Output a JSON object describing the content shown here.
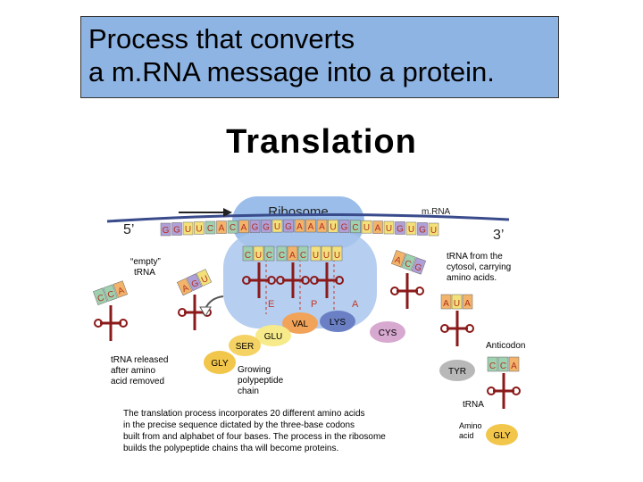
{
  "definition": {
    "line1": "Process that converts",
    "line2": "a m.RNA message into a protein."
  },
  "title": "Translation",
  "diagram": {
    "ribosome_label": "Ribosome",
    "mrna_label": "m.RNA",
    "five_prime": "5’",
    "three_prime": "3’",
    "mrna_bases": [
      "G",
      "G",
      "U",
      "U",
      "C",
      "A",
      "C",
      "A",
      "G",
      "G",
      "U",
      "G",
      "A",
      "A",
      "A",
      "U",
      "G",
      "C",
      "U",
      "A",
      "U",
      "G",
      "U",
      "G",
      "U"
    ],
    "site_labels": [
      "E",
      "P",
      "A"
    ],
    "anticodons": {
      "e_site": [
        "C",
        "U",
        "C"
      ],
      "p_site": [
        "C",
        "A",
        "C"
      ],
      "a_site": [
        "U",
        "U",
        "U"
      ],
      "released_left": [
        "C",
        "C",
        "A"
      ],
      "released_right": [
        "A",
        "G",
        "U"
      ],
      "incoming": [
        "A",
        "C",
        "G"
      ],
      "tyr_trna": [
        "A",
        "U",
        "A"
      ],
      "gly_trna": [
        "C",
        "C",
        "A"
      ]
    },
    "amino_acids": {
      "val": "VAL",
      "lys": "LYS",
      "glu": "GLU",
      "ser": "SER",
      "gly": "GLY",
      "cys": "CYS",
      "tyr": "TYR",
      "gly2": "GLY"
    },
    "labels": {
      "empty_trna_1": "“empty”",
      "empty_trna_2": "tRNA",
      "from_cytosol_1": "tRNA from the",
      "from_cytosol_2": "cytosol, carrying",
      "from_cytosol_3": "amino acids.",
      "released_1": "tRNA released",
      "released_2": "after amino",
      "released_3": "acid removed",
      "growing_1": "Growing",
      "growing_2": "polypeptide",
      "growing_3": "chain",
      "anticodon": "Anticodon",
      "trna": "tRNA",
      "amino_acid_1": "Amino",
      "amino_acid_2": "acid"
    },
    "caption": [
      "The translation process incorporates 20 different amino acids",
      "in the precise sequence dictated by the three-base codons",
      "built from and alphabet of four bases. The process in the ribosome",
      "builds the polypeptide chains tha will become proteins."
    ],
    "colors": {
      "ribosome": "#8fb6e8",
      "backbone": "#3a4b8c",
      "base_g": "#b0a0d8",
      "base_u": "#f4e07a",
      "base_c": "#9fd0b0",
      "base_a": "#f2b46a",
      "val": "#f2a35a",
      "lys": "#6a7fc4",
      "glu": "#f6ea8a",
      "ser": "#f4d264",
      "gly": "#f2c64a",
      "cys": "#d7a8d0",
      "tyr": "#b8b8b8"
    }
  }
}
